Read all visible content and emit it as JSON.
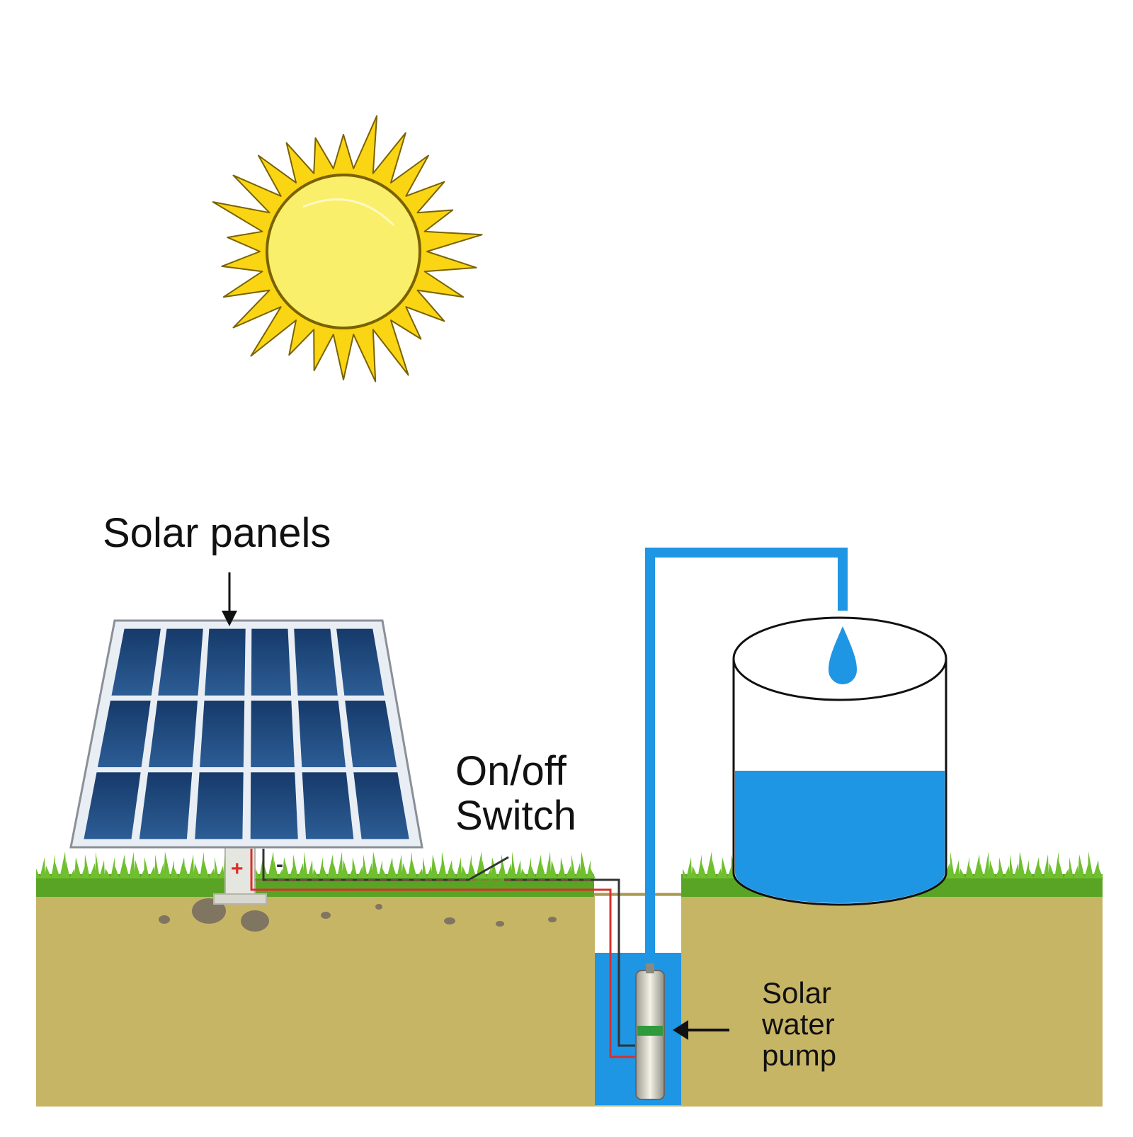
{
  "labels": {
    "solar_panels": "Solar panels",
    "switch": [
      "On/off",
      "Switch"
    ],
    "pump": [
      "Solar",
      "water",
      "pump"
    ]
  },
  "colors": {
    "sky": "#ffffff",
    "sun_core": "#f9ef6a",
    "sun_rays": "#fad514",
    "panel_cell": "#1d3f6e",
    "panel_frame": "#e9eef4",
    "grass": "#5aa425",
    "soil": "#c7b566",
    "water": "#1e96e3",
    "wire_positive": "#d9302b",
    "wire_negative": "#333333"
  },
  "symbols": {
    "positive": "+",
    "negative": "-"
  }
}
